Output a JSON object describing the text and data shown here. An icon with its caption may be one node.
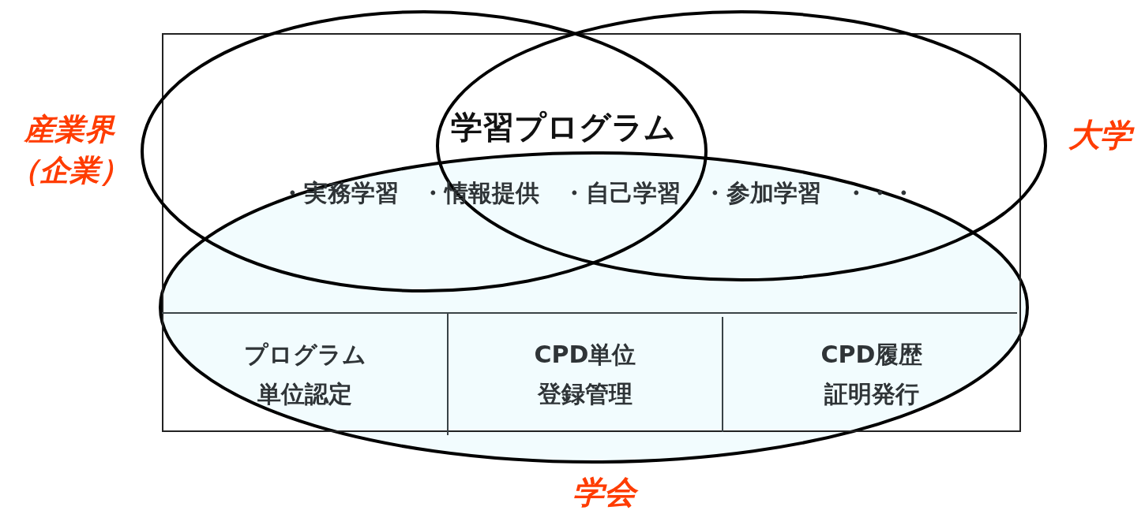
{
  "diagram": {
    "nodes": [
      {
        "text": [
          "産業界（企業）"
        ]
      },
      {
        "text": [
          "大学"
        ]
      },
      {
        "text": [
          "学会"
        ]
      },
      {
        "text": [
          "プログラム単位認定"
        ],
        "in": 2
      },
      {
        "text": [
          "CPD単位登録管理"
        ],
        "in": 2
      },
      {
        "text": [
          "CPD履歴証明発行"
        ],
        "in": 2
      }
    ],
    "labels": [
      "学習プログラム",
      "・実務学習 ・情報提供 ・自己学習 ・参加学習 ・・・"
    ]
  }
}
